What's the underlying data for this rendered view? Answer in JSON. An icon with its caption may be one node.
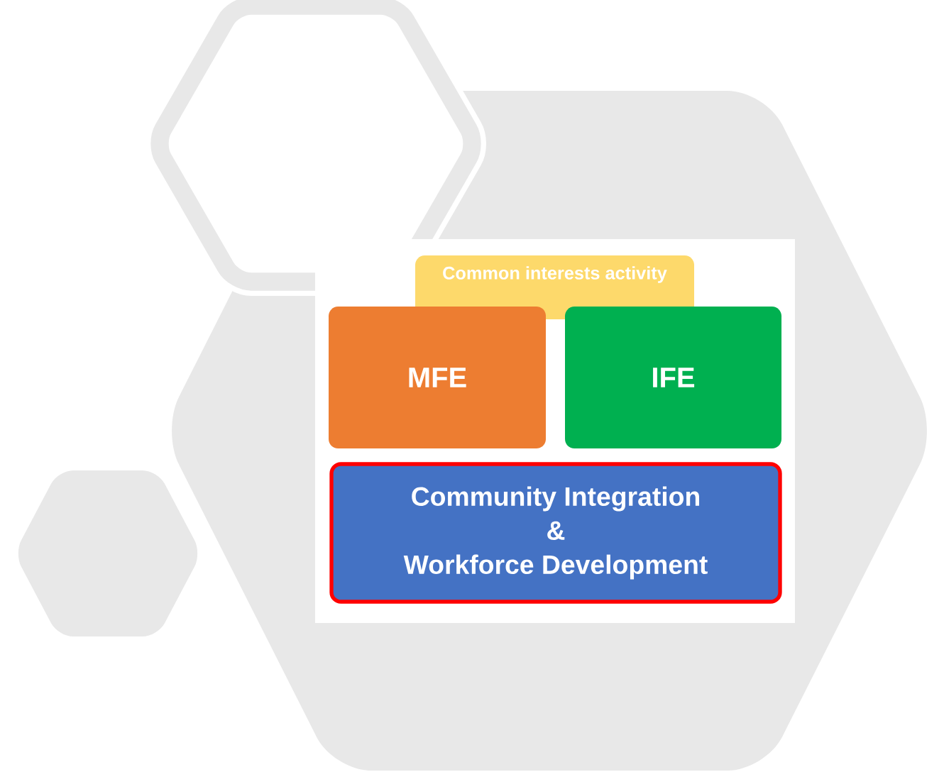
{
  "diagram": {
    "nodes": [
      {
        "text": [
          "Common interests activity"
        ]
      },
      {
        "text": [
          "MFE"
        ]
      },
      {
        "text": [
          "IFE"
        ]
      },
      {
        "text": [
          "Community Integration",
          "&",
          "Workforce Development"
        ]
      }
    ]
  }
}
